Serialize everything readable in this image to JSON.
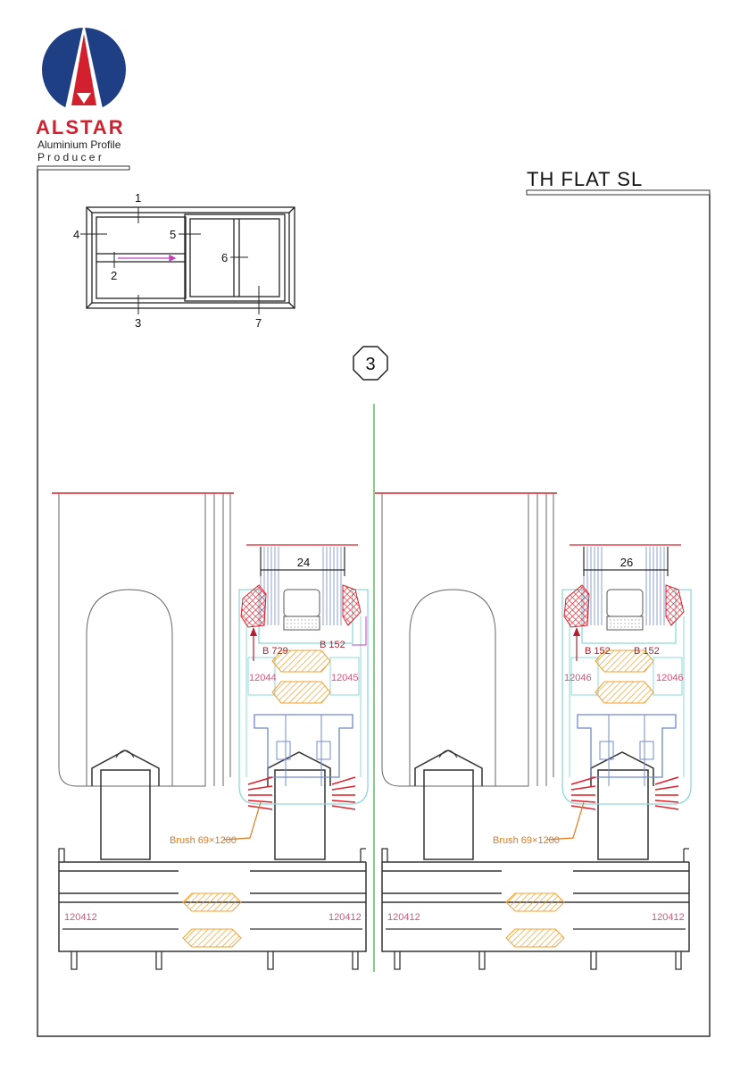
{
  "logo": {
    "brand": "ALSTAR",
    "tagline_1": "Aluminium Profile",
    "tagline_2": "P r o d u c e r",
    "colors": {
      "blue": "#1f3f85",
      "red": "#d2202e"
    }
  },
  "title": "TH FLAT SL",
  "key_diagram": {
    "labels": [
      "1",
      "2",
      "3",
      "4",
      "5",
      "6",
      "7"
    ]
  },
  "section_marker": "3",
  "left_section": {
    "glass_dimension": "24",
    "gasket_left": "B 729",
    "gasket_right": "B 152",
    "profile_left": "12044",
    "profile_right": "12045",
    "brush": "Brush 69×1200",
    "track_left": "120412",
    "track_right": "120412"
  },
  "right_section": {
    "glass_dimension": "26",
    "gasket_left": "B 152",
    "gasket_right": "B 152",
    "profile_left": "12046",
    "profile_right": "12046",
    "brush": "Brush 69×1200",
    "track_left": "120412",
    "track_right": "120412"
  },
  "colors": {
    "frame": "#555555",
    "sash": "#8fd8dc",
    "interlock": "#7088d0",
    "thermal_break": "#f0a030",
    "gasket": "#e0202a",
    "accent_line": "#3aa83a",
    "label_text": "#e0507a",
    "dimension_text": "#b02030",
    "brush_text": "#e07a20"
  }
}
